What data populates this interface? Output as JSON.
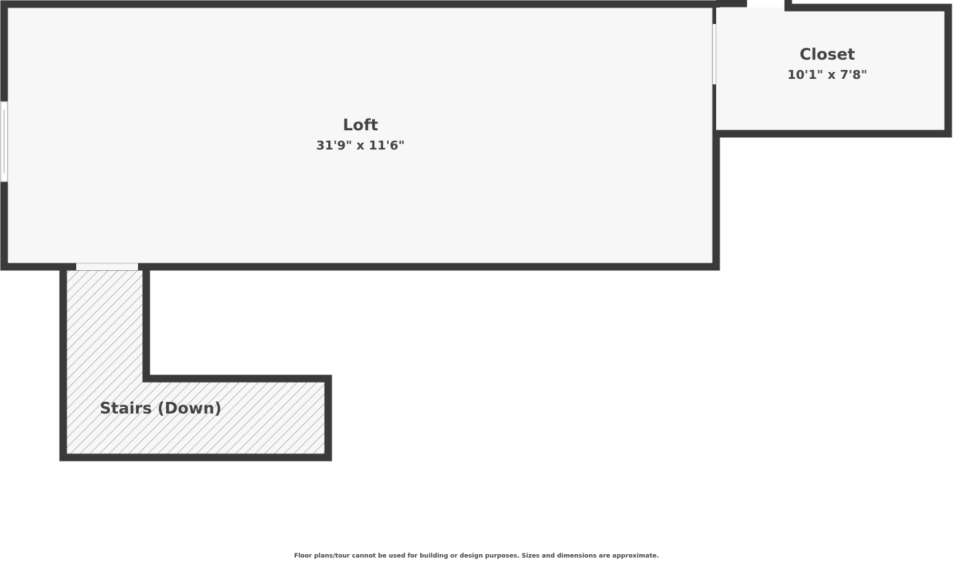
{
  "rooms": {
    "loft": {
      "name": "Loft",
      "dimensions": "31'9\" x 11'6\""
    },
    "closet": {
      "name": "Closet",
      "dimensions": "10'1\" x 7'8\""
    },
    "stairs": {
      "name": "Stairs (Down)"
    }
  },
  "disclaimer": "Floor plans/tour cannot be used for building or design purposes. Sizes and dimensions are approximate.",
  "colors": {
    "wall": "#3a3a3a",
    "room_fill": "#f7f7f7",
    "hatch": "#8a8a8a",
    "label": "#444444"
  }
}
